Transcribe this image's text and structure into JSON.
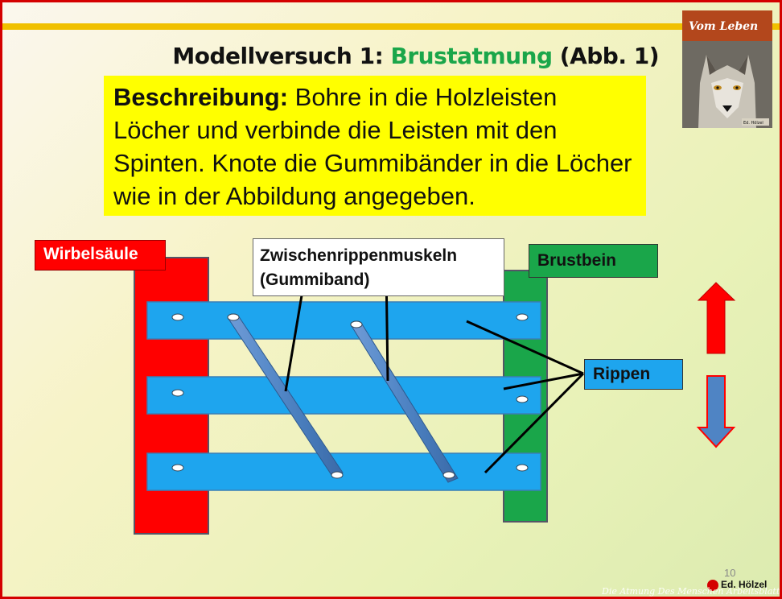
{
  "title": {
    "prefix": "Modellversuch 1: ",
    "highlight": "Brustatmung",
    "suffix": " (Abb. 1)"
  },
  "description": {
    "label": "Beschreibung:",
    "text": " Bohre in die Holzleisten Löcher und verbinde die Leisten mit den Spinten. Knote die Gummibänder in die Löcher wie in der Abbildung angegeben."
  },
  "book_cover": {
    "title": "Vom Leben",
    "publisher": "Ed. Hölzel"
  },
  "labels": {
    "wirbelsaeule": "Wirbelsäule",
    "zwischen_line1": "Zwischenrippenmuskeln",
    "zwischen_line2": "(Gummiband)",
    "brustbein": "Brustbein",
    "rippen": "Rippen"
  },
  "arrows": [
    "up",
    "down"
  ],
  "colors": {
    "wirbelsaeule": "#ff0000",
    "brustbein": "#1aa64a",
    "rippen": "#1ea5ee",
    "gummiband": "#4f84c4",
    "description_bg": "#ffff00",
    "highlight": "#1aa64a"
  },
  "page_number": "10",
  "publisher_logo": "Ed. Hölzel",
  "watermark": "Die Atmung Des Menschen Arbeitsblatt"
}
